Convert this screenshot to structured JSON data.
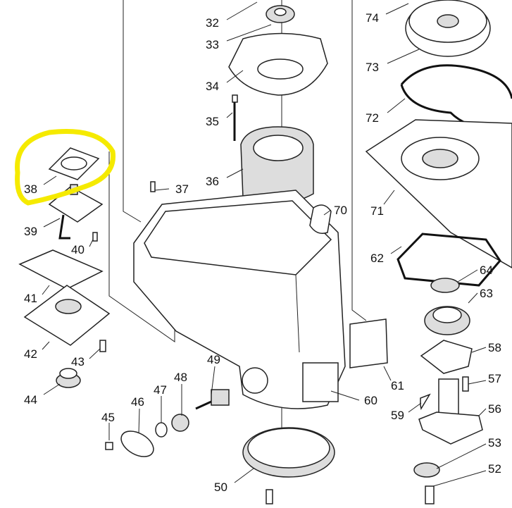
{
  "diagram": {
    "type": "exploded parts diagram",
    "highlight_color": "#f5ea00",
    "highlighted_part": "38",
    "part_labels": {
      "p32": "32",
      "p33": "33",
      "p34": "34",
      "p35": "35",
      "p36": "36",
      "p37": "37",
      "p38": "38",
      "p39": "39",
      "p40": "40",
      "p41": "41",
      "p42": "42",
      "p43": "43",
      "p44": "44",
      "p45": "45",
      "p46": "46",
      "p47": "47",
      "p48": "48",
      "p49": "49",
      "p50": "50",
      "p52": "52",
      "p53": "53",
      "p56": "56",
      "p57": "57",
      "p58": "58",
      "p59": "59",
      "p60": "60",
      "p61": "61",
      "p62": "62",
      "p63": "63",
      "p64": "64",
      "p70": "70",
      "p71": "71",
      "p72": "72",
      "p73": "73",
      "p74": "74"
    }
  }
}
